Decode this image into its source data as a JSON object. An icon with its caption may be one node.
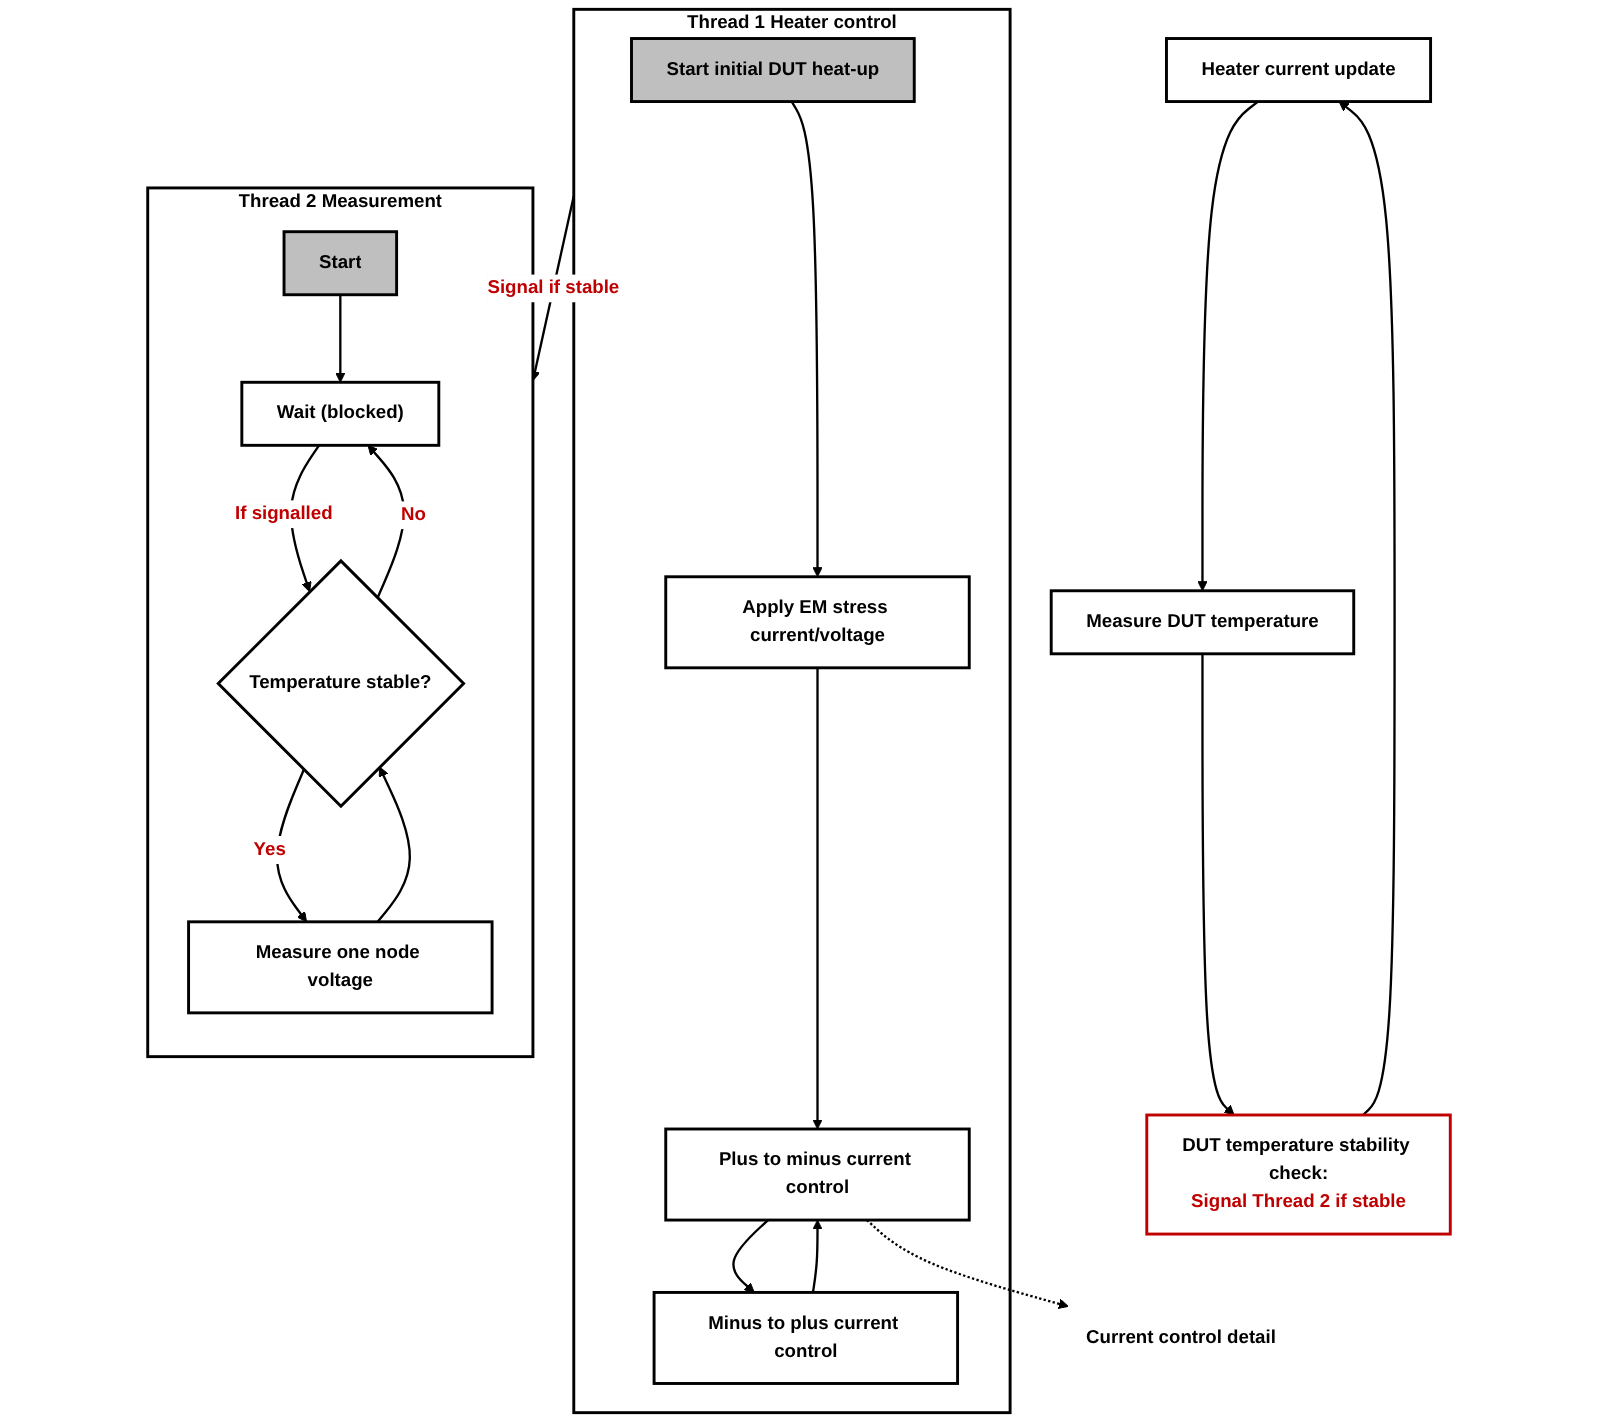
{
  "diagram": {
    "nodes": [
      {
        "text": [
          "Thread 1 Heater control"
        ]
      },
      {
        "text": [
          "Start initial DUT heat-up"
        ],
        "in": 0
      },
      {
        "text": [
          "Apply EM stress current/voltage"
        ],
        "in": 0
      },
      {
        "text": [
          "Plus to minus current control"
        ],
        "in": 0
      },
      {
        "text": [
          "Minus to plus current control"
        ],
        "in": 0
      },
      {
        "text": [
          "Thread 2 Measurement"
        ]
      },
      {
        "text": [
          "Start"
        ],
        "in": 5
      },
      {
        "text": [
          "Wait (blocked)"
        ],
        "in": 5
      },
      {
        "text": [
          "Temperature stable?"
        ],
        "in": 5
      },
      {
        "text": [
          "Measure one node voltage"
        ],
        "in": 5
      },
      {
        "text": [
          "Current control detail"
        ]
      },
      {
        "text": [
          "Heater current update"
        ]
      },
      {
        "text": [
          "Measure DUT temperature"
        ]
      },
      {
        "text": [
          "DUT temperature stability check:",
          "Signal Thread 2 if stable"
        ]
      }
    ],
    "edges": [
      {
        "from": 1,
        "to": 2,
        "arrow": "to"
      },
      {
        "from": 2,
        "to": 3,
        "arrow": "to"
      },
      {
        "from": 3,
        "to": 4,
        "arrow": "to"
      },
      {
        "from": 4,
        "to": 3,
        "arrow": "to"
      },
      {
        "from": 0,
        "to": 5,
        "arrow": "to",
        "label": "Signal if stable"
      },
      {
        "from": 6,
        "to": 7,
        "arrow": "to"
      },
      {
        "from": 7,
        "to": 8,
        "arrow": "to",
        "label": "If signalled"
      },
      {
        "from": 8,
        "to": 7,
        "arrow": "to",
        "label": "No"
      },
      {
        "from": 8,
        "to": 9,
        "arrow": "to",
        "label": "Yes"
      },
      {
        "from": 9,
        "to": 8,
        "arrow": "to"
      },
      {
        "from": 3,
        "to": 10,
        "arrow": "to",
        "style": "dashed"
      },
      {
        "from": 11,
        "to": 12,
        "arrow": "to"
      },
      {
        "from": 12,
        "to": 13,
        "arrow": "to"
      },
      {
        "from": 13,
        "to": 11,
        "arrow": "to"
      }
    ]
  }
}
